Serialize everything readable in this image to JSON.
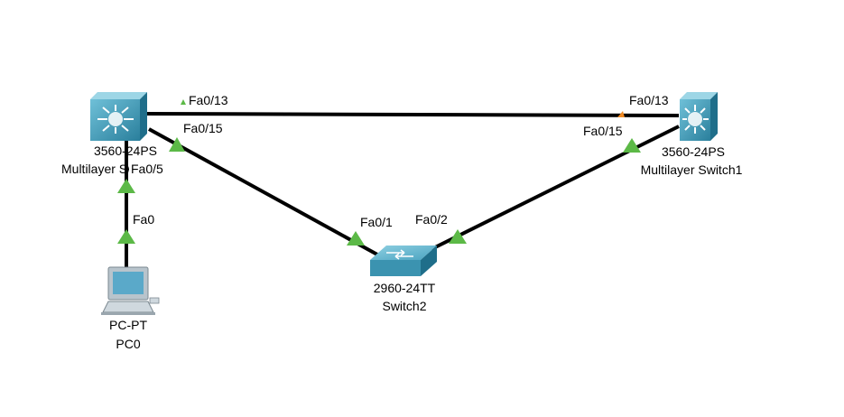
{
  "colors": {
    "link": "#000000",
    "link_up": "#5cb947",
    "link_pending": "#f08a24",
    "switch_dark": "#1f6e8a",
    "switch_mid": "#3b93b0",
    "switch_light": "#6fc0d8",
    "pc_body": "#b8c4cc",
    "pc_screen": "#5aa9c9"
  },
  "devices": {
    "mls0": {
      "model": "3560-24PS",
      "name": "Multilayer Switch0",
      "icon": "multilayer-switch-icon"
    },
    "mls1": {
      "model": "3560-24PS",
      "name": "Multilayer Switch1",
      "icon": "multilayer-switch-icon"
    },
    "sw2": {
      "model": "2960-24TT",
      "name": "Switch2",
      "icon": "switch-icon"
    },
    "pc0": {
      "model": "PC-PT",
      "name": "PC0",
      "icon": "pc-icon"
    }
  },
  "ports": {
    "mls0_fa013": "Fa0/13",
    "mls0_fa015": "Fa0/15",
    "mls0_fa05": "Fa0/5",
    "mls1_fa013": "Fa0/13",
    "mls1_fa015": "Fa0/15",
    "sw2_fa01": "Fa0/1",
    "sw2_fa02": "Fa0/2",
    "pc0_fa0": "Fa0"
  },
  "links": [
    {
      "from": "mls0",
      "from_port": "Fa0/13",
      "to": "mls1",
      "to_port": "Fa0/13"
    },
    {
      "from": "mls0",
      "from_port": "Fa0/15",
      "to": "sw2",
      "to_port": "Fa0/1"
    },
    {
      "from": "mls1",
      "from_port": "Fa0/15",
      "to": "sw2",
      "to_port": "Fa0/2"
    },
    {
      "from": "mls0",
      "from_port": "Fa0/5",
      "to": "pc0",
      "to_port": "Fa0"
    }
  ]
}
